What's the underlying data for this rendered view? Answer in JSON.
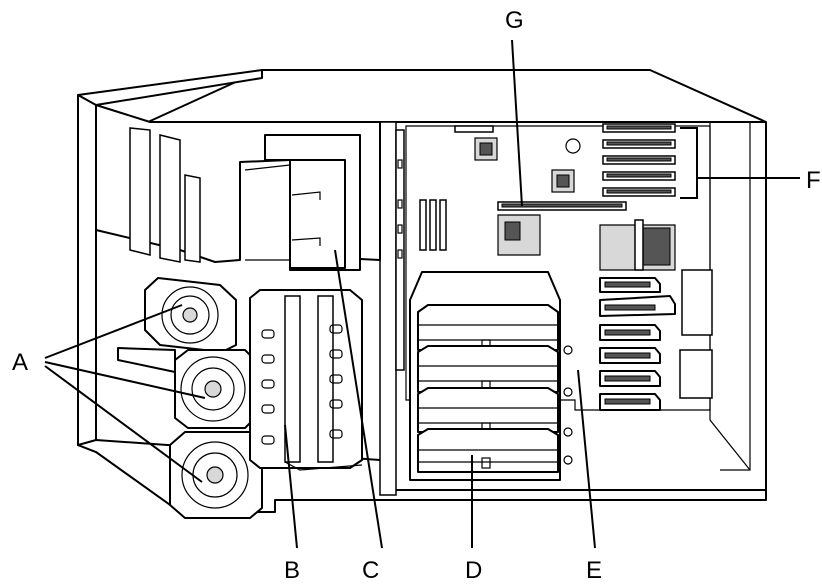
{
  "callouts": {
    "A": "A",
    "B": "B",
    "C": "C",
    "D": "D",
    "E": "E",
    "F": "F",
    "G": "G"
  }
}
